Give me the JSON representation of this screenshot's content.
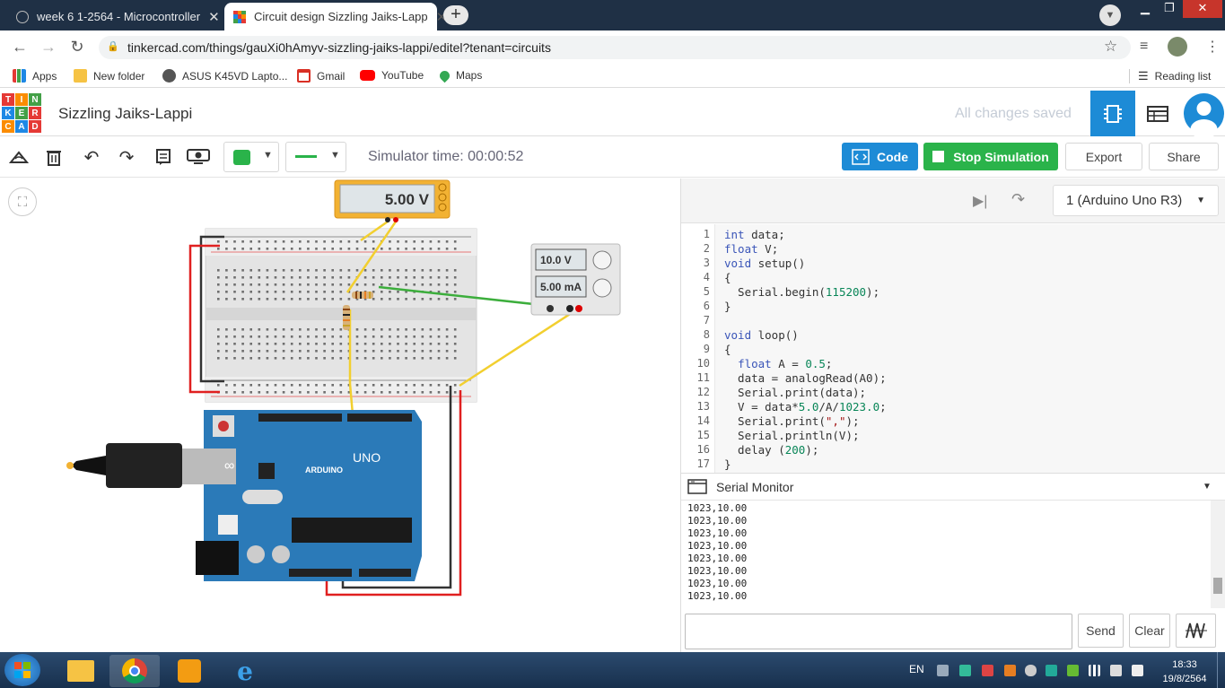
{
  "browser": {
    "tabs": [
      {
        "title": "week 6 1-2564 - Microcontroller",
        "active": false
      },
      {
        "title": "Circuit design Sizzling Jaiks-Lapp",
        "active": true
      }
    ],
    "url": "tinkercad.com/things/gauXi0hAmyv-sizzling-jaiks-lappi/editel?tenant=circuits",
    "bookmarks": [
      "Apps",
      "New folder",
      "ASUS K45VD Lapto...",
      "Gmail",
      "YouTube",
      "Maps"
    ],
    "reading_list": "Reading list"
  },
  "app": {
    "logo_letters": [
      "T",
      "I",
      "N",
      "K",
      "E",
      "R",
      "C",
      "A",
      "D"
    ],
    "project_title": "Sizzling Jaiks-Lappi",
    "save_status": "All changes saved"
  },
  "toolbar": {
    "simulator_time": "Simulator time: 00:00:52",
    "code_label": "Code",
    "stop_label": "Stop Simulation",
    "export_label": "Export",
    "share_label": "Share"
  },
  "canvas": {
    "multimeter_reading": "5.00 V",
    "power_supply_voltage": "10.0 V",
    "power_supply_current": "5.00 mA",
    "arduino_brand": "ARDUINO",
    "arduino_model": "UNO"
  },
  "code_panel": {
    "device": "1 (Arduino Uno R3)",
    "lines": [
      "int data;",
      "float V;",
      "void setup()",
      "{",
      "  Serial.begin(115200);",
      "}",
      "",
      "void loop()",
      "{",
      "  float A = 0.5;",
      "  data = analogRead(A0);",
      "  Serial.print(data);",
      "  V = data*5.0/A/1023.0;",
      "  Serial.print(\",\");",
      "  Serial.println(V);",
      "  delay (200);",
      "}"
    ]
  },
  "serial_monitor": {
    "title": "Serial Monitor",
    "output": [
      "1023,10.00",
      "1023,10.00",
      "1023,10.00",
      "1023,10.00",
      "1023,10.00",
      "1023,10.00",
      "1023,10.00",
      "1023,10.00"
    ],
    "send_label": "Send",
    "clear_label": "Clear"
  },
  "taskbar": {
    "language": "EN",
    "time": "18:33",
    "date": "19/8/2564"
  }
}
